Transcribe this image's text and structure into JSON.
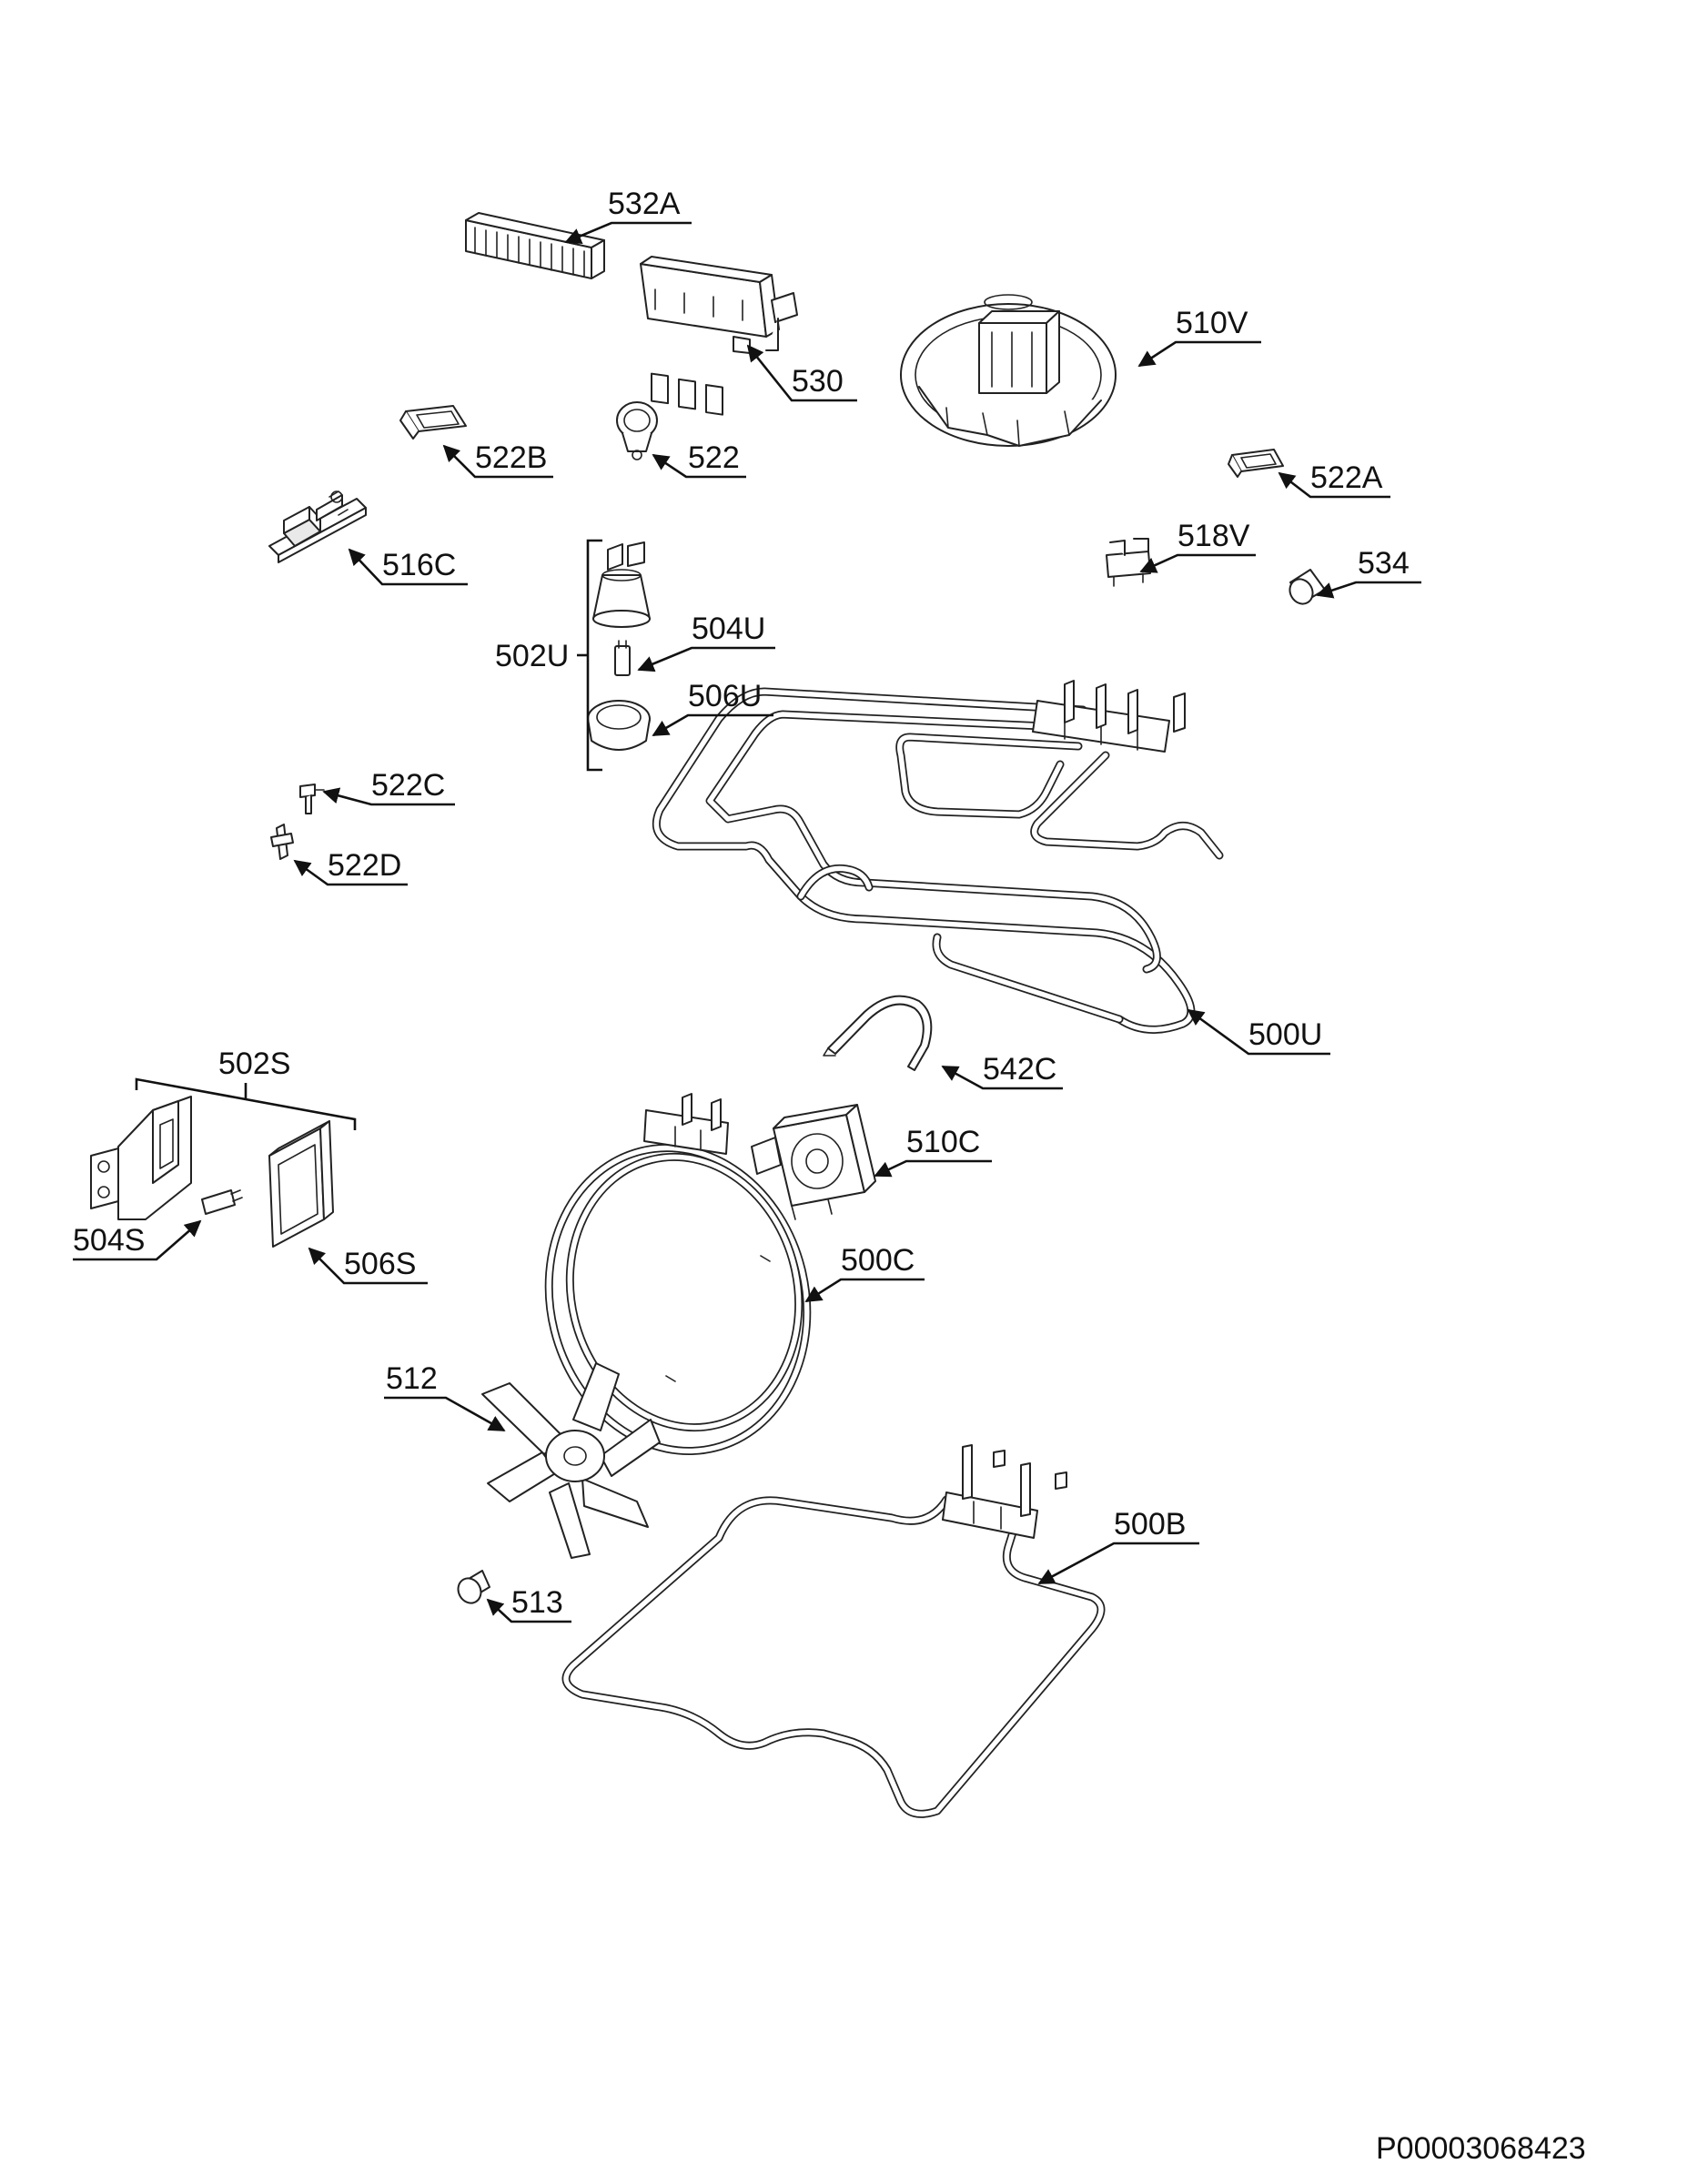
{
  "document_id": "P00003068423",
  "callouts": [
    {
      "id": "532A",
      "text": "532A"
    },
    {
      "id": "530",
      "text": "530"
    },
    {
      "id": "510V",
      "text": "510V"
    },
    {
      "id": "522B",
      "text": "522B"
    },
    {
      "id": "522",
      "text": "522"
    },
    {
      "id": "522A",
      "text": "522A"
    },
    {
      "id": "516C",
      "text": "516C"
    },
    {
      "id": "518V",
      "text": "518V"
    },
    {
      "id": "534",
      "text": "534"
    },
    {
      "id": "502U",
      "text": "502U"
    },
    {
      "id": "504U",
      "text": "504U"
    },
    {
      "id": "506U",
      "text": "506U"
    },
    {
      "id": "522C",
      "text": "522C"
    },
    {
      "id": "522D",
      "text": "522D"
    },
    {
      "id": "500U",
      "text": "500U"
    },
    {
      "id": "542C",
      "text": "542C"
    },
    {
      "id": "502S",
      "text": "502S"
    },
    {
      "id": "510C",
      "text": "510C"
    },
    {
      "id": "504S",
      "text": "504S"
    },
    {
      "id": "506S",
      "text": "506S"
    },
    {
      "id": "500C",
      "text": "500C"
    },
    {
      "id": "512",
      "text": "512"
    },
    {
      "id": "500B",
      "text": "500B"
    },
    {
      "id": "513",
      "text": "513"
    }
  ]
}
